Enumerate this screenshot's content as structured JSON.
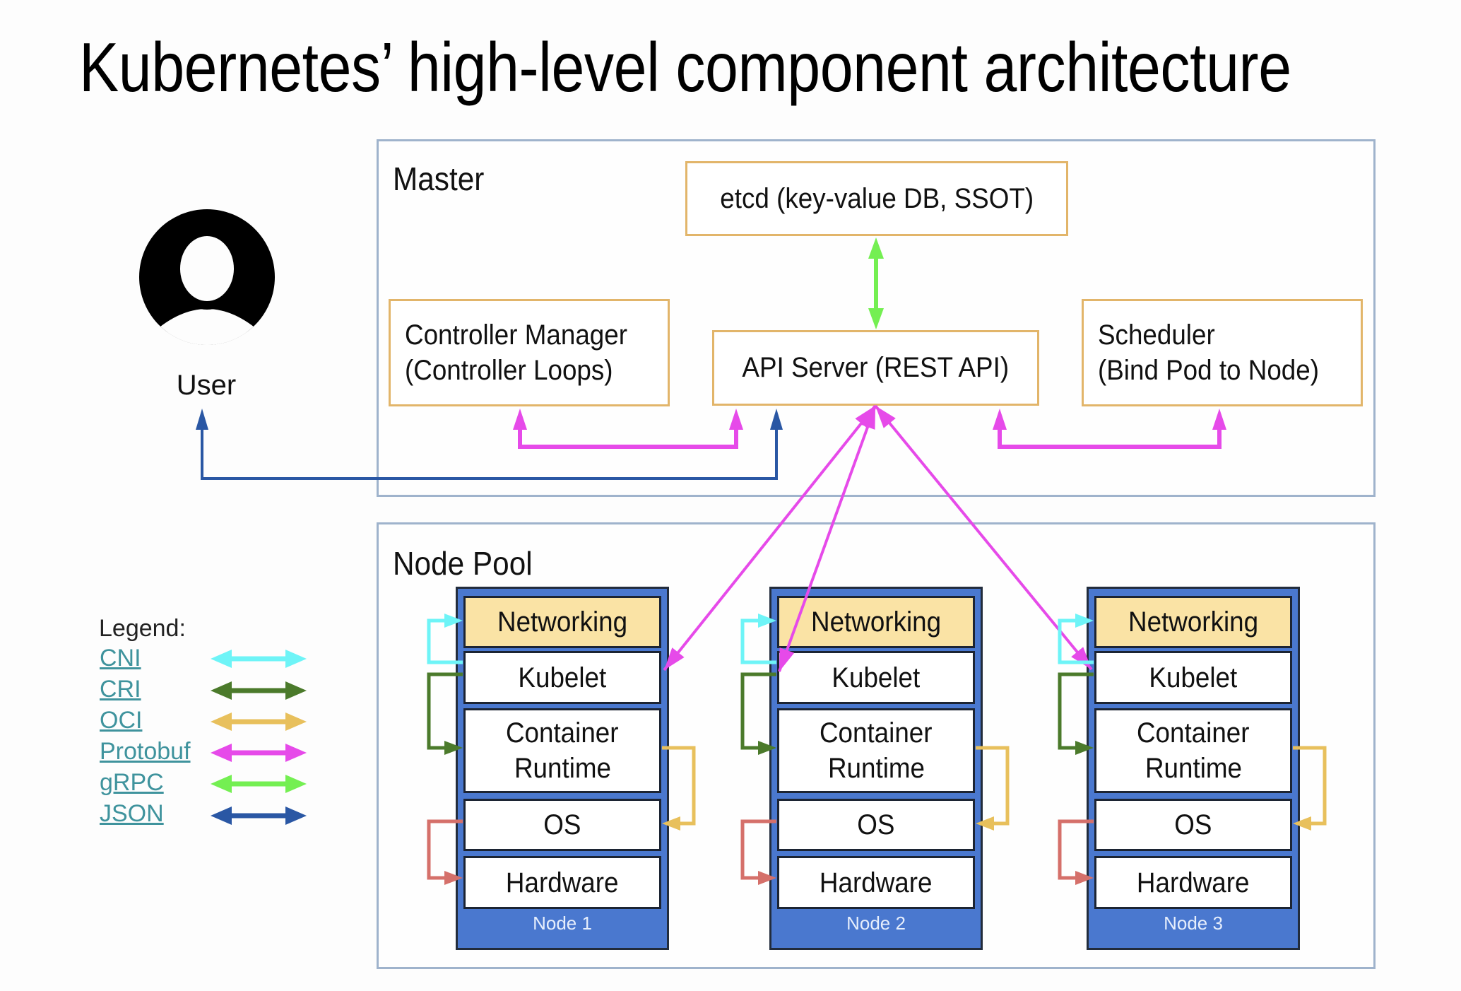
{
  "title": "Kubernetes’ high-level component architecture",
  "user": {
    "label": "User",
    "icon": "user-avatar-icon"
  },
  "master": {
    "label": "Master",
    "components": {
      "etcd": "etcd (key-value DB, SSOT)",
      "controller_manager": [
        "Controller Manager",
        "(Controller Loops)"
      ],
      "api_server": "API Server (REST API)",
      "scheduler": [
        "Scheduler",
        "(Bind Pod to Node)"
      ]
    }
  },
  "node_pool": {
    "label": "Node Pool",
    "nodes": [
      {
        "name": "Node 1",
        "layers": [
          "Networking",
          "Kubelet",
          "Container",
          "Runtime",
          "OS",
          "Hardware"
        ]
      },
      {
        "name": "Node 2",
        "layers": [
          "Networking",
          "Kubelet",
          "Container",
          "Runtime",
          "OS",
          "Hardware"
        ]
      },
      {
        "name": "Node 3",
        "layers": [
          "Networking",
          "Kubelet",
          "Container",
          "Runtime",
          "OS",
          "Hardware"
        ]
      }
    ]
  },
  "legend": {
    "title": "Legend:",
    "items": [
      {
        "label": "CNI",
        "color": "#6ef4f7"
      },
      {
        "label": "CRI",
        "color": "#4b7a2b"
      },
      {
        "label": "OCI",
        "color": "#e8c05c"
      },
      {
        "label": "Protobuf",
        "color": "#e64ae9"
      },
      {
        "label": "gRPC",
        "color": "#74ef52"
      },
      {
        "label": "JSON",
        "color": "#2a57a4"
      }
    ]
  },
  "colors": {
    "hardware_link": "#d5706a",
    "panel_border": "#9fb3cc",
    "component_border": "#e2b56a",
    "node_fill": "#4a78cf",
    "networking_fill": "#fae3a5"
  }
}
